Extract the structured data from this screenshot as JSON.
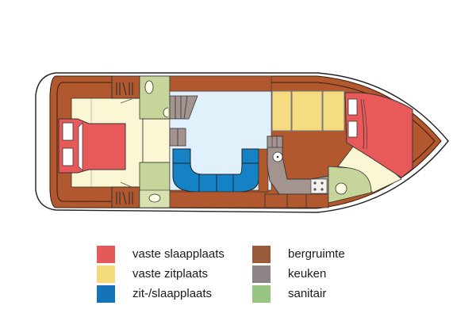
{
  "diagram": {
    "type": "boat-floorplan",
    "colors": {
      "hull_outline": "#222222",
      "storage": "#b2582e",
      "storage_dark": "#5a2a15",
      "fixed_berth": "#e85a5a",
      "fixed_seat": "#f5dc80",
      "convertible": "#1582c6",
      "galley": "#a39490",
      "sanitary": "#c6d69a",
      "floor": "#fbf6d4",
      "saloon_floor": "#e1f1fb",
      "white": "#ffffff"
    }
  },
  "legend": {
    "items": [
      {
        "label": "vaste slaapplaats",
        "color": "#e35a5a"
      },
      {
        "label": "vaste zitplaats",
        "color": "#f3da7a"
      },
      {
        "label": "zit-/slaapplaats",
        "color": "#1574b8"
      },
      {
        "label": "bergruimte",
        "color": "#9a5a3c"
      },
      {
        "label": "keuken",
        "color": "#8e8486"
      },
      {
        "label": "sanitair",
        "color": "#98c584"
      }
    ]
  }
}
